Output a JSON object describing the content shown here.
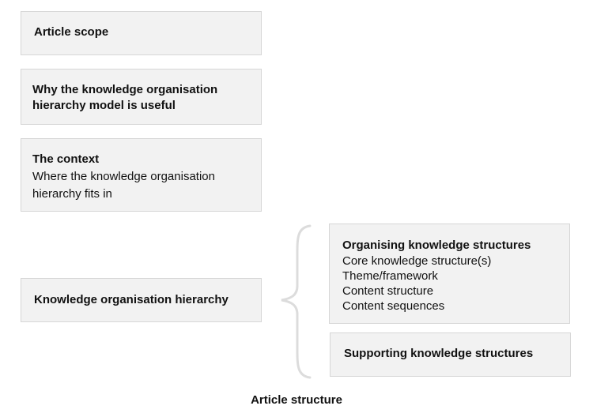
{
  "boxes": {
    "scope": {
      "title": "Article scope"
    },
    "why": {
      "title_lines": [
        "Why the knowledge organisation",
        "hierarchy model is useful"
      ]
    },
    "context": {
      "title": "The context",
      "text_lines": [
        "Where the knowledge organisation",
        "hierarchy fits in"
      ]
    },
    "hierarchy": {
      "title": "Knowledge organisation hierarchy"
    },
    "organising": {
      "title": "Organising knowledge structures",
      "items": [
        "Core knowledge structure(s)",
        "Theme/framework",
        "Content structure",
        "Content sequences"
      ]
    },
    "supporting": {
      "title": "Supporting knowledge structures"
    }
  },
  "caption": "Article structure",
  "colors": {
    "box_fill": "#f2f2f2",
    "box_border": "#d6d6d6",
    "brace": "#dcdcdc",
    "text": "#111111"
  }
}
